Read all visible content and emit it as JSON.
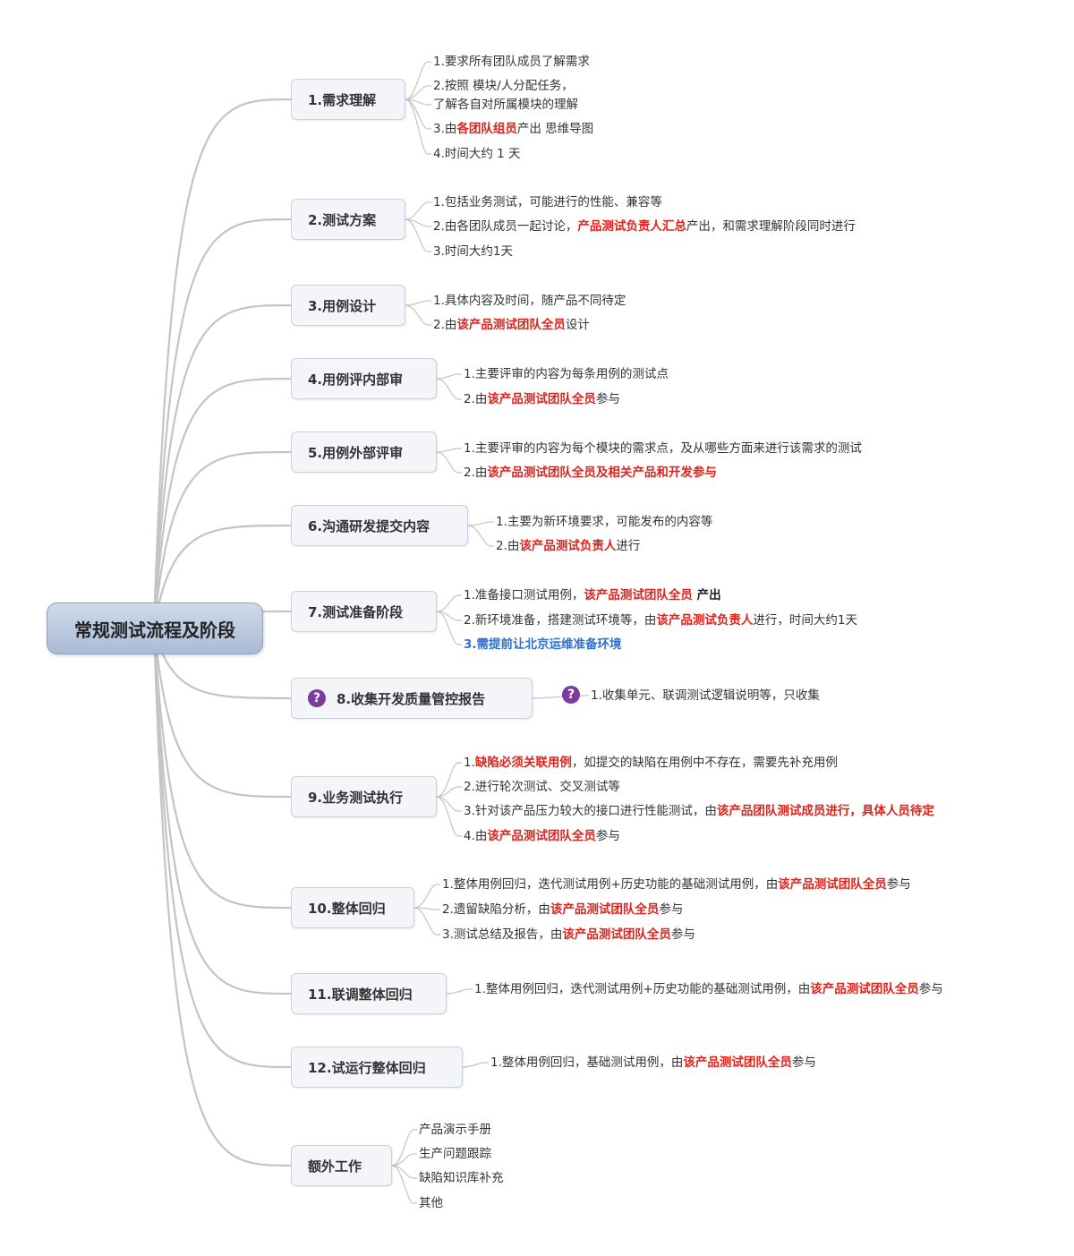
{
  "root": "常规测试流程及阶段",
  "colors": {
    "highlight": "#e0221b",
    "note": "#2e6fd0",
    "connector": "#c4c4c4",
    "question_icon": "#7b3c9c"
  },
  "topics": [
    {
      "label": "1.需求理解",
      "children": [
        [
          {
            "t": "1.要求所有团队成员了解需求"
          }
        ],
        [
          {
            "t": "2.按照 模块/人分配任务，"
          }
        ],
        [
          {
            "t": "了解各自对所属模块的理解"
          }
        ],
        [
          {
            "t": "3.由"
          },
          {
            "t": "各团队组员",
            "s": "hl"
          },
          {
            "t": "产出 思维导图"
          }
        ],
        [
          {
            "t": "4.时间大约 1 天"
          }
        ]
      ]
    },
    {
      "label": "2.测试方案",
      "children": [
        [
          {
            "t": "1.包括业务测试，可能进行的性能、兼容等"
          }
        ],
        [
          {
            "t": "2.由各团队成员一起讨论，"
          },
          {
            "t": "产品测试负责人汇总",
            "s": "hl"
          },
          {
            "t": "产出，和需求理解阶段同时进行"
          }
        ],
        [
          {
            "t": "3.时间大约1天"
          }
        ]
      ]
    },
    {
      "label": "3.用例设计",
      "children": [
        [
          {
            "t": "1.具体内容及时间，随产品不同待定"
          }
        ],
        [
          {
            "t": "2.由"
          },
          {
            "t": "该产品测试团队全员",
            "s": "hl"
          },
          {
            "t": "设计"
          }
        ]
      ]
    },
    {
      "label": "4.用例评内部审",
      "children": [
        [
          {
            "t": "1.主要评审的内容为每条用例的测试点"
          }
        ],
        [
          {
            "t": "2.由"
          },
          {
            "t": "该产品测试团队全员",
            "s": "hl"
          },
          {
            "t": "参与"
          }
        ]
      ]
    },
    {
      "label": "5.用例外部评审",
      "children": [
        [
          {
            "t": "1.主要评审的内容为每个模块的需求点，及从哪些方面来进行该需求的测试"
          }
        ],
        [
          {
            "t": "2.由"
          },
          {
            "t": "该产品测试团队全员及相关产品和开发参与",
            "s": "hl"
          }
        ]
      ]
    },
    {
      "label": "6.沟通研发提交内容",
      "children": [
        [
          {
            "t": "1.主要为新环境要求，可能发布的内容等"
          }
        ],
        [
          {
            "t": "2.由"
          },
          {
            "t": "该产品测试负责人",
            "s": "hl"
          },
          {
            "t": "进行"
          }
        ]
      ]
    },
    {
      "label": "7.测试准备阶段",
      "children": [
        [
          {
            "t": "1.准备接口测试用例，"
          },
          {
            "t": "该产品测试团队全员",
            "s": "hl"
          },
          {
            "t": " 产出",
            "s": "bold"
          }
        ],
        [
          {
            "t": "2.新环境准备，搭建测试环境等，由"
          },
          {
            "t": "该产品测试负责人",
            "s": "hl"
          },
          {
            "t": "进行，时间大约1天"
          }
        ],
        [
          {
            "t": "3.需提前让北京运维准备环境",
            "s": "bl"
          }
        ]
      ]
    },
    {
      "label": "8.收集开发质量管控报告",
      "icon": "question-icon",
      "children": [
        [
          {
            "t": "1.收集单元、联调测试逻辑说明等，只收集"
          }
        ]
      ]
    },
    {
      "label": "9.业务测试执行",
      "children": [
        [
          {
            "t": "1."
          },
          {
            "t": "缺陷必须关联用例",
            "s": "hl"
          },
          {
            "t": "，如提交的缺陷在用例中不存在，需要先补充用例"
          }
        ],
        [
          {
            "t": "2.进行轮次测试、交叉测试等"
          }
        ],
        [
          {
            "t": "3.针对该产品压力较大的接口进行性能测试，由"
          },
          {
            "t": "该产品团队测试成员进行，具体人员待定",
            "s": "hl"
          }
        ],
        [
          {
            "t": "4.由"
          },
          {
            "t": "该产品测试团队全员",
            "s": "hl"
          },
          {
            "t": "参与"
          }
        ]
      ]
    },
    {
      "label": "10.整体回归",
      "children": [
        [
          {
            "t": "1.整体用例回归，迭代测试用例+历史功能的基础测试用例，由"
          },
          {
            "t": "该产品测试团队全员",
            "s": "hl"
          },
          {
            "t": "参与"
          }
        ],
        [
          {
            "t": "2.遗留缺陷分析，由"
          },
          {
            "t": "该产品测试团队全员",
            "s": "hl"
          },
          {
            "t": "参与"
          }
        ],
        [
          {
            "t": "3.测试总结及报告，由"
          },
          {
            "t": "该产品测试团队全员",
            "s": "hl"
          },
          {
            "t": "参与"
          }
        ]
      ]
    },
    {
      "label": "11.联调整体回归",
      "children": [
        [
          {
            "t": "1.整体用例回归，迭代测试用例+历史功能的基础测试用例，由"
          },
          {
            "t": "该产品测试团队全员",
            "s": "hl"
          },
          {
            "t": "参与"
          }
        ]
      ]
    },
    {
      "label": "12.试运行整体回归",
      "children": [
        [
          {
            "t": "1.整体用例回归，基础测试用例，由"
          },
          {
            "t": "该产品测试团队全员",
            "s": "hl"
          },
          {
            "t": "参与"
          }
        ]
      ]
    },
    {
      "label": "额外工作",
      "children": [
        [
          {
            "t": "产品演示手册"
          }
        ],
        [
          {
            "t": "生产问题跟踪"
          }
        ],
        [
          {
            "t": "缺陷知识库补充"
          }
        ],
        [
          {
            "t": "其他"
          }
        ]
      ]
    }
  ]
}
